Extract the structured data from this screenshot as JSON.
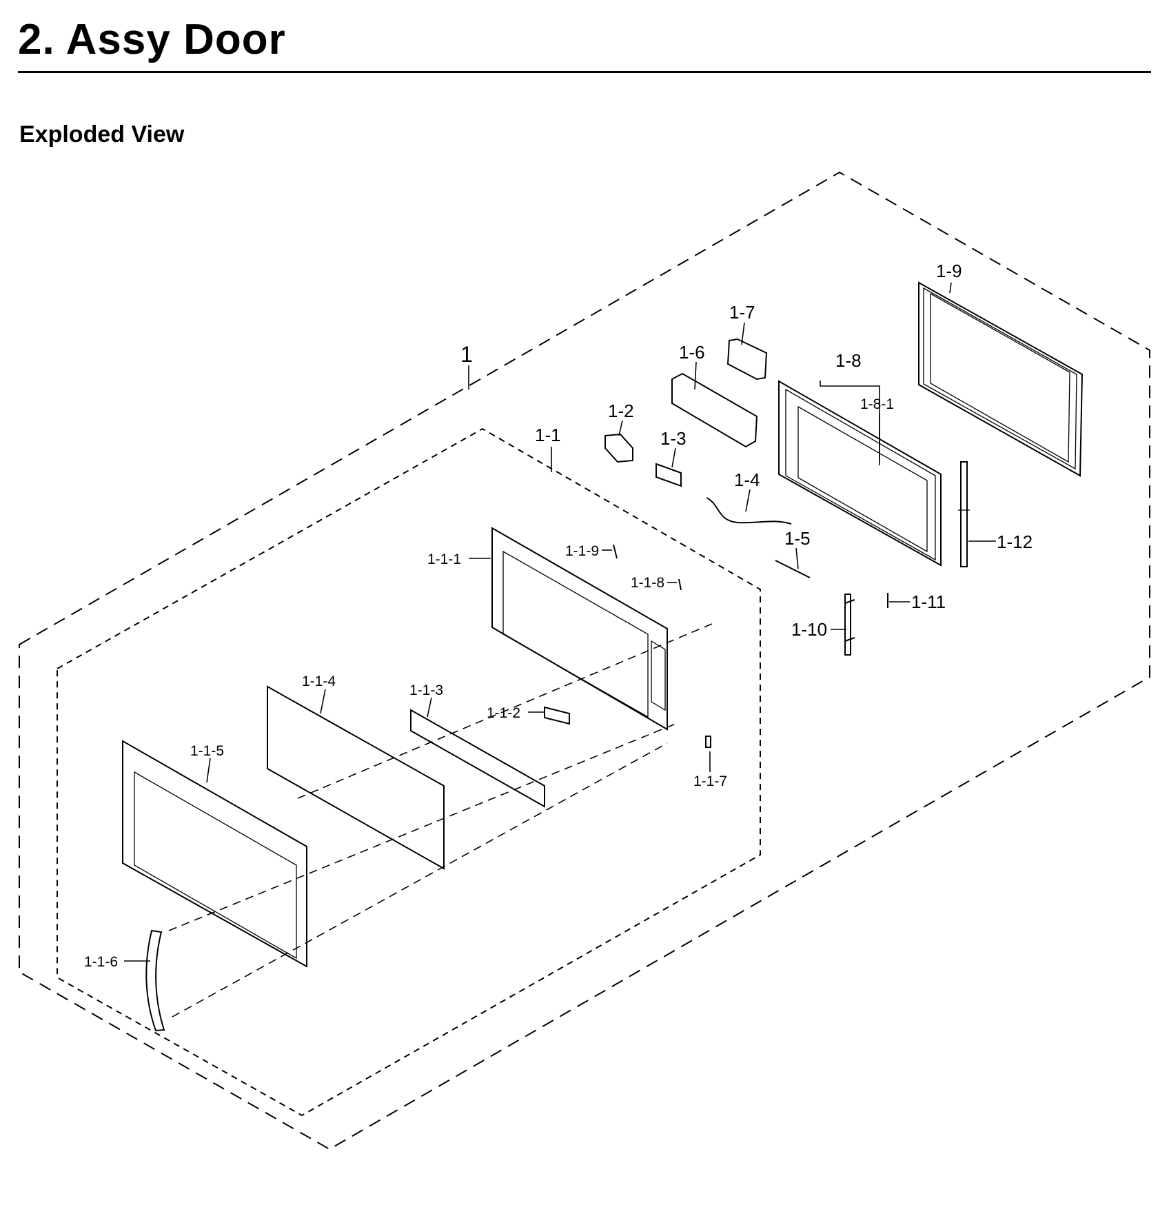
{
  "header": {
    "title": "2.  Assy Door",
    "subtitle": "Exploded View"
  },
  "diagram": {
    "callouts": {
      "c1": "1",
      "c1_1": "1-1",
      "c1_2": "1-2",
      "c1_3": "1-3",
      "c1_4": "1-4",
      "c1_5": "1-5",
      "c1_6": "1-6",
      "c1_7": "1-7",
      "c1_8": "1-8",
      "c1_8_1": "1-8-1",
      "c1_9": "1-9",
      "c1_10": "1-10",
      "c1_11": "1-11",
      "c1_12": "1-12",
      "c1_1_1": "1-1-1",
      "c1_1_2": "1-1-2",
      "c1_1_3": "1-1-3",
      "c1_1_4": "1-1-4",
      "c1_1_5": "1-1-5",
      "c1_1_6": "1-1-6",
      "c1_1_7": "1-1-7",
      "c1_1_8": "1-1-8",
      "c1_1_9": "1-1-9"
    }
  }
}
